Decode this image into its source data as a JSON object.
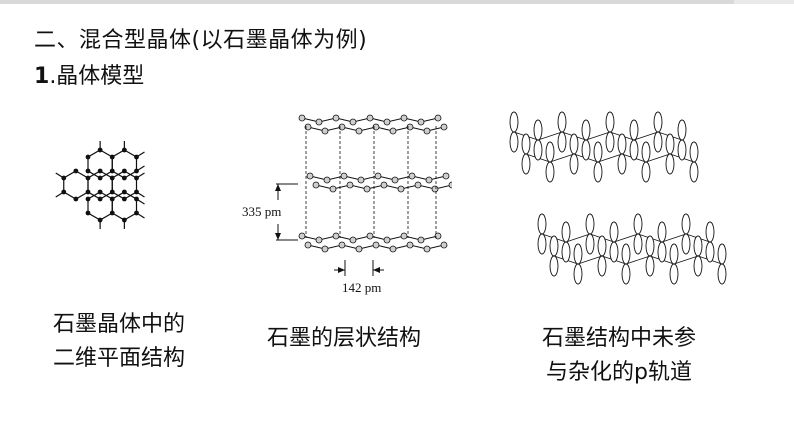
{
  "slide": {
    "heading": "二、混合型晶体(以石墨晶体为例)",
    "subheading_number": "1",
    "subheading_text": ".晶体模型"
  },
  "figures": [
    {
      "caption_line1": "石墨晶体中的",
      "caption_line2": "二维平面结构"
    },
    {
      "label_interlayer": "335 pm",
      "label_bond": "142 pm",
      "caption_line1": "石墨的层状结构"
    },
    {
      "caption_line1": "石墨结构中未参",
      "caption_line2": "与杂化的p轨道"
    }
  ]
}
